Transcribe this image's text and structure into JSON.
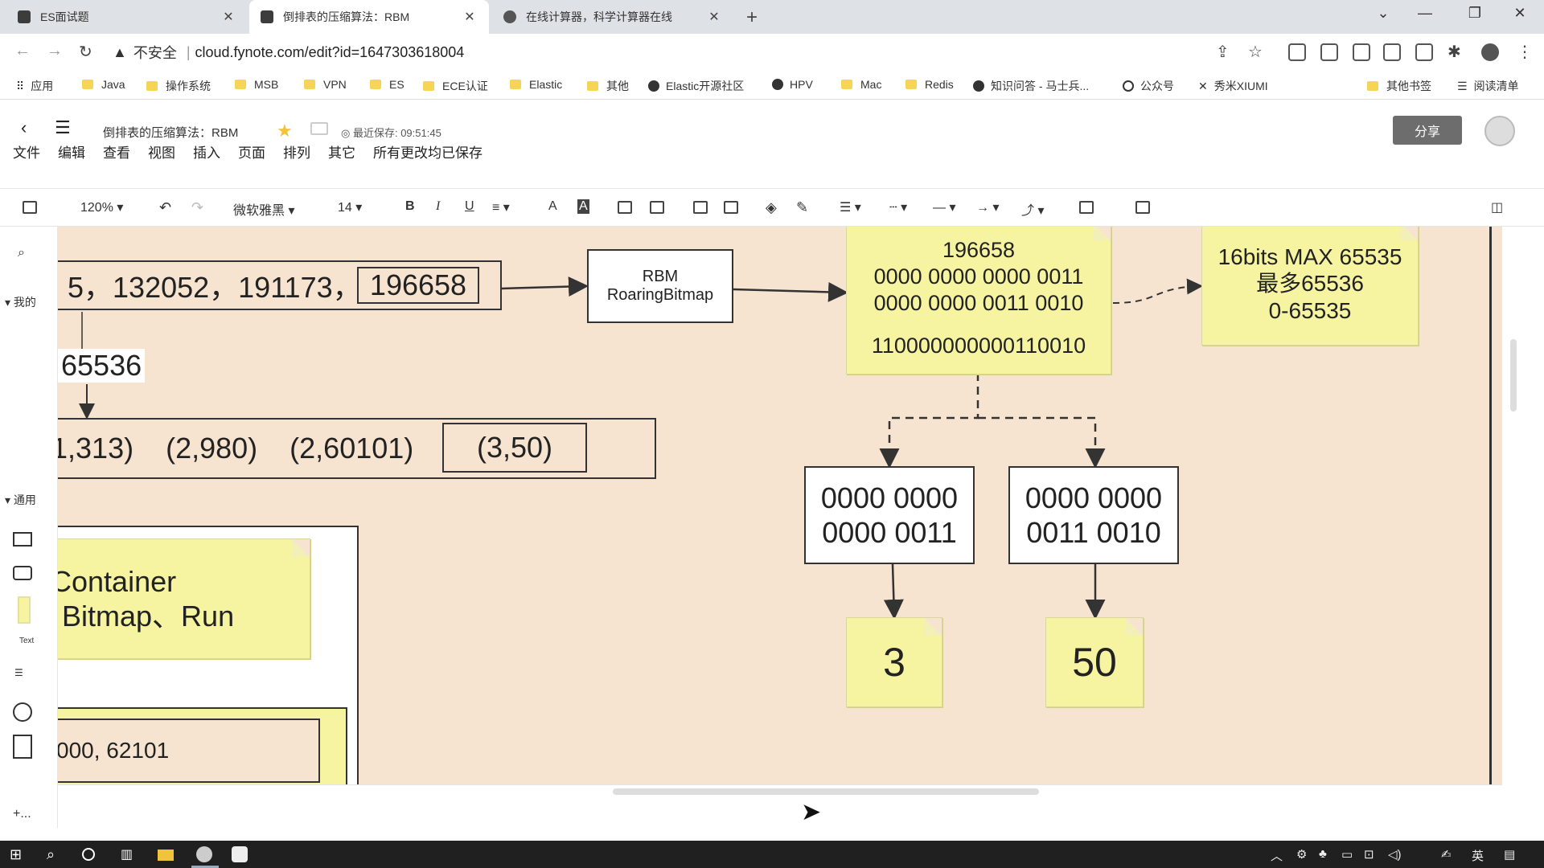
{
  "browser": {
    "tabs": [
      {
        "label": "ES面试题"
      },
      {
        "label": "倒排表的压缩算法：RBM"
      },
      {
        "label": "在线计算器，科学计算器在线"
      }
    ],
    "address": {
      "insecure_label": "不安全",
      "url": "cloud.fynote.com/edit?id=1647303618004"
    },
    "bookmarks": [
      {
        "label": "应用"
      },
      {
        "label": "Java"
      },
      {
        "label": "操作系统"
      },
      {
        "label": "MSB"
      },
      {
        "label": "VPN"
      },
      {
        "label": "ES"
      },
      {
        "label": "ECE认证"
      },
      {
        "label": "Elastic"
      },
      {
        "label": "其他"
      },
      {
        "label": "Elastic开源社区"
      },
      {
        "label": "HPV"
      },
      {
        "label": "Mac"
      },
      {
        "label": "Redis"
      },
      {
        "label": "知识问答 - 马士兵..."
      },
      {
        "label": "公众号"
      },
      {
        "label": "秀米XIUMI"
      },
      {
        "label": "其他书签"
      },
      {
        "label": "阅读清单"
      }
    ]
  },
  "app": {
    "doc_title": "倒排表的压缩算法：RBM",
    "saved_status": "最近保存: 09:51:45",
    "share_label": "分享",
    "menu": [
      "文件",
      "编辑",
      "查看",
      "视图",
      "插入",
      "页面",
      "排列",
      "其它",
      "所有更改均已保存"
    ],
    "toolbar": {
      "zoom": "120%",
      "font": "微软雅黑",
      "font_size": "14",
      "bold": "B",
      "italic": "I",
      "underline": "U",
      "font_color": "A"
    }
  },
  "left_panel": {
    "section1": "我的",
    "section2": "通用",
    "text_label": "Text",
    "more": "+..."
  },
  "diagram": {
    "top_row_text": "5，132052，191173，",
    "top_row_highlight": "196658",
    "rbm_box": "RBM\nRoaringBitmap",
    "max_label": "65536",
    "pairs": [
      "1,313)",
      "(2,980)",
      "(2,60101)"
    ],
    "pairs_highlight": "(3,50)",
    "binary_note": {
      "decimal": "196658",
      "line1": "0000 0000 0000 0011",
      "line2": "0000 0000 0011 0010",
      "line3": "110000000000110010"
    },
    "bits_note": {
      "line1": "16bits MAX 65535",
      "line2": "最多65536",
      "line3": "0-65535"
    },
    "high_box": {
      "line1": "0000 0000",
      "line2": "0000 0011"
    },
    "low_box": {
      "line1": "0000 0000",
      "line2": "0011 0010"
    },
    "high_value": "3",
    "low_value": "50",
    "container_note": {
      "line1": "Container",
      "line2": "Bitmap、Run"
    },
    "bottom_box": "000, 62101"
  },
  "taskbar": {
    "lang": "英"
  }
}
